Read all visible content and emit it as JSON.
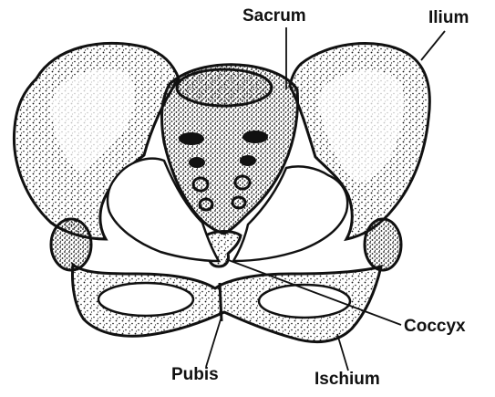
{
  "labels": {
    "sacrum": "Sacrum",
    "ilium": "Ilium",
    "coccyx": "Coccyx",
    "pubis": "Pubis",
    "ischium": "Ischium"
  },
  "colors": {
    "ink": "#111111",
    "bone": "#ffffff",
    "background": "#ffffff"
  },
  "style": "stippled line illustration"
}
